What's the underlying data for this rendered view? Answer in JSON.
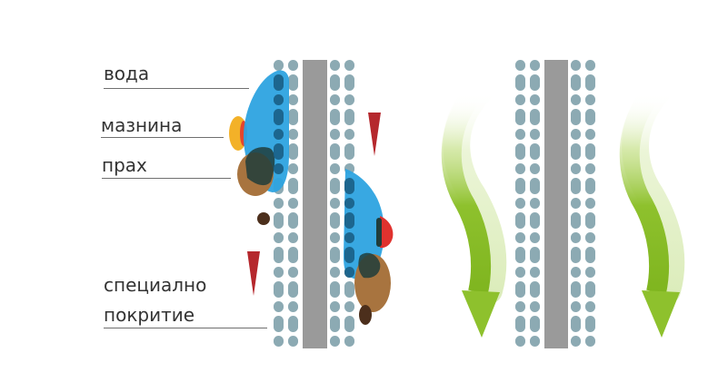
{
  "labels": {
    "water": "вода",
    "grease": "мазнина",
    "dust": "прах",
    "coating_line1": "специално",
    "coating_line2": "покритие"
  },
  "colors": {
    "pill": "#8caab3",
    "divider": "#9a9a9a",
    "water": "#2da3e0",
    "water_dark": "#1a5f86",
    "grease": "#f3b128",
    "grease_red": "#e0322e",
    "dust": "#a8743f",
    "dust_dark": "#203d3b",
    "dust_drop": "#4c2f1c",
    "arrow_green": "#8ec12d",
    "triangle_red": "#b5282d",
    "text": "#333333",
    "rule": "#6f6f6f"
  }
}
